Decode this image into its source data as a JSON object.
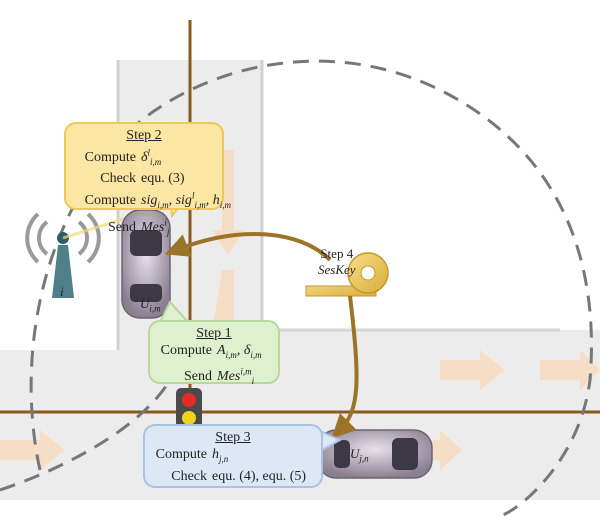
{
  "step2": {
    "title": "Step 2",
    "rows": [
      {
        "label": "Compute",
        "value": "δ",
        "sup": "l",
        "sub": "i,m"
      },
      {
        "label": "Check",
        "value": "equ. (3)"
      },
      {
        "label": "Compute",
        "value": "sig",
        "sub": "i,m",
        "extra": ", sig",
        "extra_sup": "l",
        "extra_sub": "i,m",
        "extra2": ", h",
        "extra2_sub": "i,m"
      },
      {
        "label": "Send",
        "value": "Mes",
        "sup": "i",
        "sub": "j"
      }
    ]
  },
  "step1": {
    "title": "Step 1",
    "row1_label": "Compute",
    "row1_a": "A",
    "row1_a_sub": "i,m",
    "row1_b": ", δ",
    "row1_b_sub": "i,m",
    "row2_label": "Send",
    "row2_val": "Mes",
    "row2_sup": "i,m",
    "row2_sub": "i"
  },
  "step3": {
    "title": "Step 3",
    "row1_label": "Compute",
    "row1_val": "h",
    "row1_sub": "j,n",
    "row2_label": "Check",
    "row2_val": "equ. (4), equ. (5)"
  },
  "step4": {
    "title": "Step 4",
    "key_label": "SesKey"
  },
  "rsu_label": "i",
  "vehicle_u": {
    "base": "U",
    "sub": "i,m"
  },
  "vehicle_j": {
    "base": "U",
    "sub": "j,n"
  },
  "colors": {
    "road": "#e8e8e8",
    "road_line": "#8a5a1c",
    "arrow_brown": "#9c7427",
    "step2_bg": "#fbe6a3",
    "step1_bg": "#dff0cf",
    "step3_bg": "#dce8f6"
  }
}
